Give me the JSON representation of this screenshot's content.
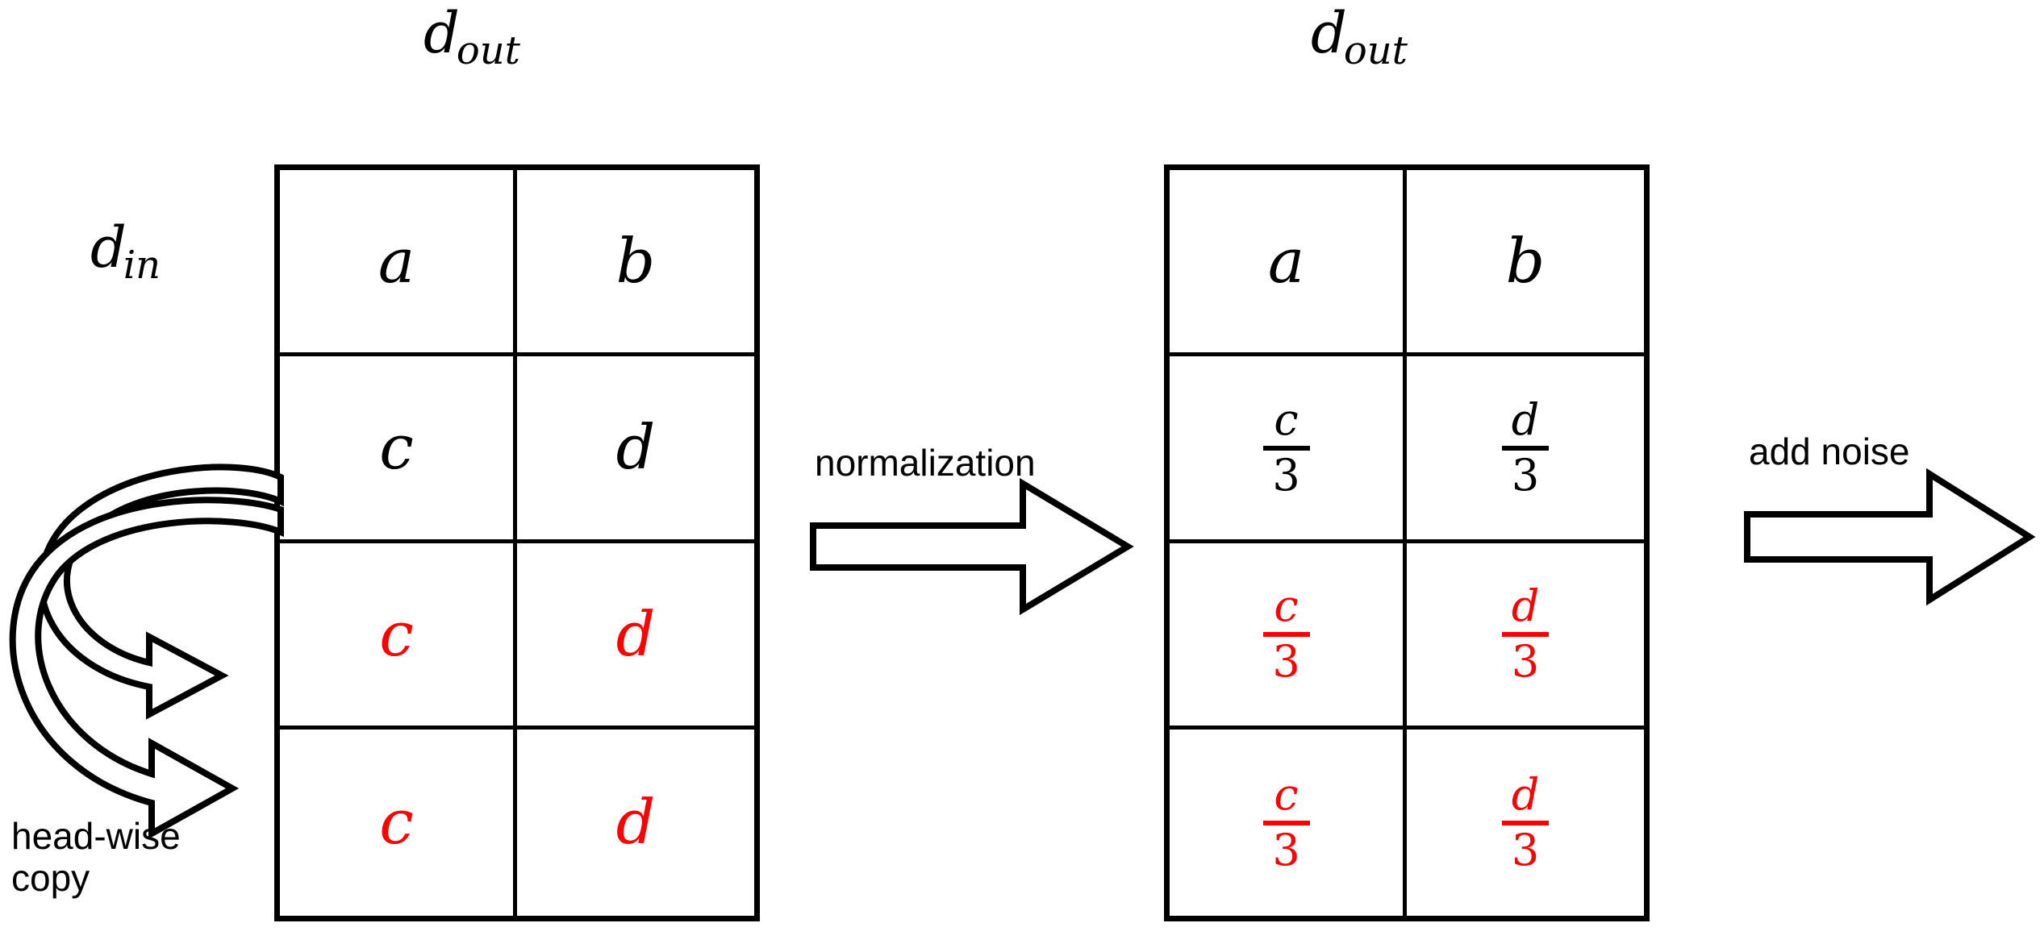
{
  "diagram": {
    "title_left_axis": {
      "base": "d",
      "sub": "out"
    },
    "title_right_axis": {
      "base": "d",
      "sub": "out"
    },
    "row_axis_label": {
      "base": "d",
      "sub": "in"
    },
    "colors": {
      "highlight": "#ff0000",
      "line": "#000000",
      "background": "#ffffff"
    },
    "left_matrix": {
      "name": "weight-matrix-before-normalization",
      "rows": [
        [
          {
            "text": "a",
            "color": "#000000",
            "kind": "symbol"
          },
          {
            "text": "b",
            "color": "#000000",
            "kind": "symbol"
          }
        ],
        [
          {
            "text": "c",
            "color": "#000000",
            "kind": "symbol"
          },
          {
            "text": "d",
            "color": "#000000",
            "kind": "symbol"
          }
        ],
        [
          {
            "text": "c",
            "color": "#ff0000",
            "kind": "symbol"
          },
          {
            "text": "d",
            "color": "#ff0000",
            "kind": "symbol"
          }
        ],
        [
          {
            "text": "c",
            "color": "#ff0000",
            "kind": "symbol"
          },
          {
            "text": "d",
            "color": "#ff0000",
            "kind": "symbol"
          }
        ]
      ]
    },
    "right_matrix": {
      "name": "weight-matrix-after-normalization",
      "rows": [
        [
          {
            "text": "a",
            "color": "#000000",
            "kind": "symbol"
          },
          {
            "text": "b",
            "color": "#000000",
            "kind": "symbol"
          }
        ],
        [
          {
            "numerator": "c",
            "denominator": "3",
            "color": "#000000",
            "kind": "fraction"
          },
          {
            "numerator": "d",
            "denominator": "3",
            "color": "#000000",
            "kind": "fraction"
          }
        ],
        [
          {
            "numerator": "c",
            "denominator": "3",
            "color": "#ff0000",
            "kind": "fraction"
          },
          {
            "numerator": "d",
            "denominator": "3",
            "color": "#ff0000",
            "kind": "fraction"
          }
        ],
        [
          {
            "numerator": "c",
            "denominator": "3",
            "color": "#ff0000",
            "kind": "fraction"
          },
          {
            "numerator": "d",
            "denominator": "3",
            "color": "#ff0000",
            "kind": "fraction"
          }
        ]
      ]
    },
    "annotations": {
      "head_wise_copy_line1": "head-wise",
      "head_wise_copy_line2": "copy",
      "normalization": "normalization",
      "add_noise": "add noise"
    }
  }
}
